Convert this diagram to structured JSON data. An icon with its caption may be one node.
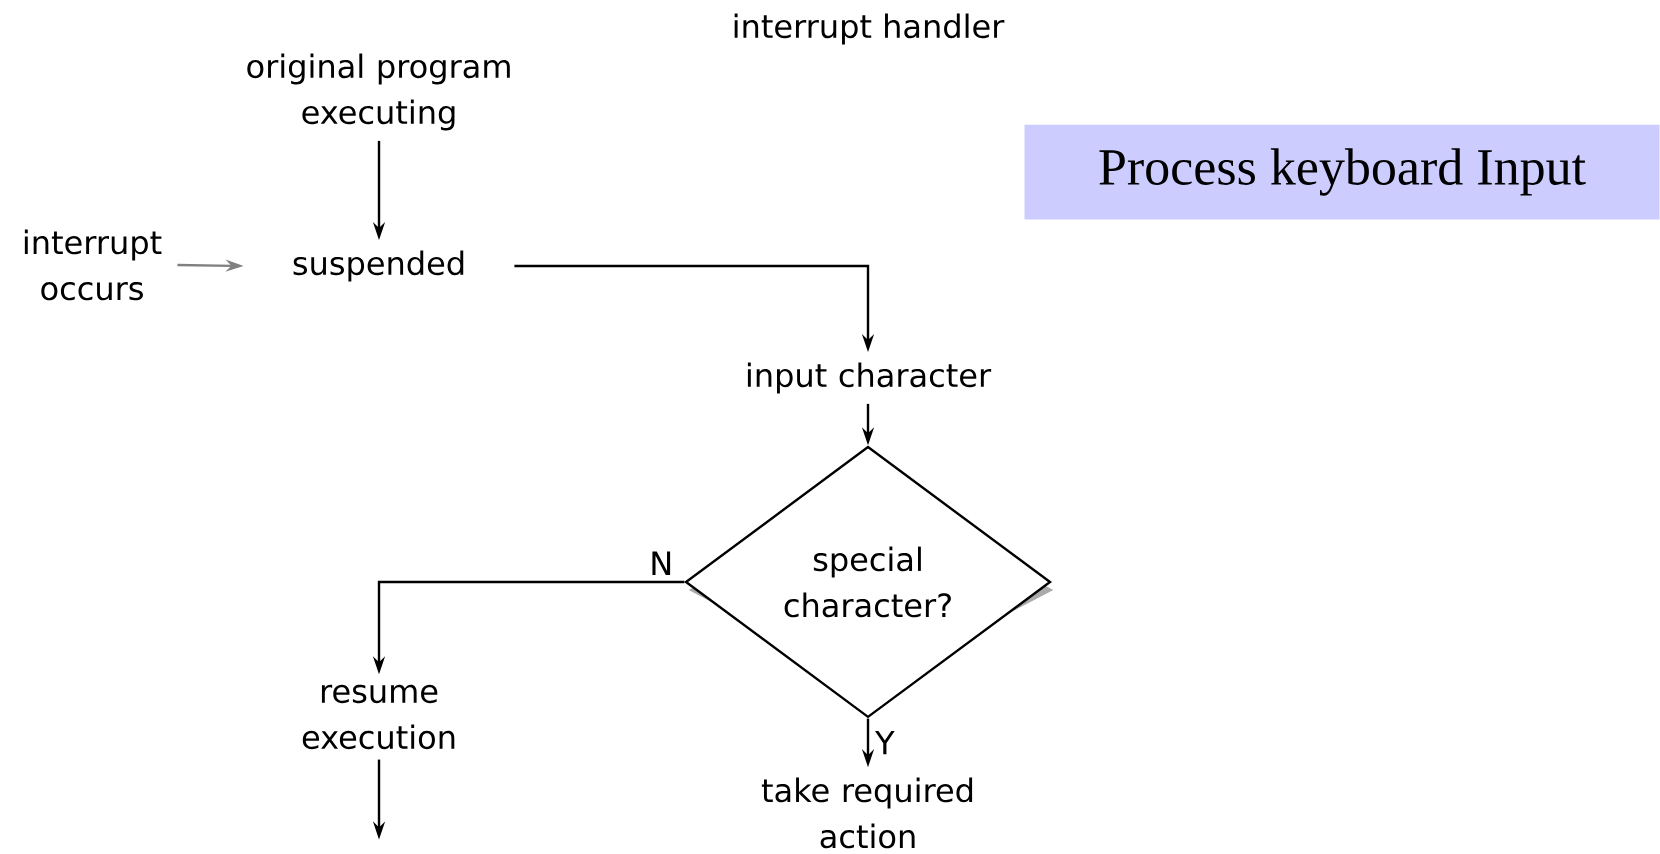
{
  "diagram": {
    "title": "Process keyboard Input",
    "nodes": [
      {
        "text": [
          "original program executing"
        ]
      },
      {
        "text": [
          "interrupt occurs"
        ]
      },
      {
        "text": [
          "suspended"
        ]
      },
      {
        "text": [
          "input character"
        ]
      },
      {
        "text": [
          "special character?"
        ]
      },
      {
        "text": [
          "resume execution"
        ]
      },
      {
        "text": [
          "take required action"
        ]
      }
    ],
    "edges": [
      {
        "from": 0,
        "to": 2,
        "arrow": "to"
      },
      {
        "from": 1,
        "to": 2,
        "arrow": "to",
        "color": "#808080"
      },
      {
        "from": 2,
        "to": 3,
        "arrow": "to"
      },
      {
        "from": 3,
        "to": 4,
        "arrow": "to"
      },
      {
        "from": 4,
        "to": 5,
        "arrow": "to",
        "label": "N"
      },
      {
        "from": 4,
        "to": 6,
        "arrow": "to",
        "label": "Y"
      },
      {
        "from": 5,
        "to": null,
        "arrow": "to"
      }
    ],
    "labels": [
      "interrupt handler"
    ]
  }
}
